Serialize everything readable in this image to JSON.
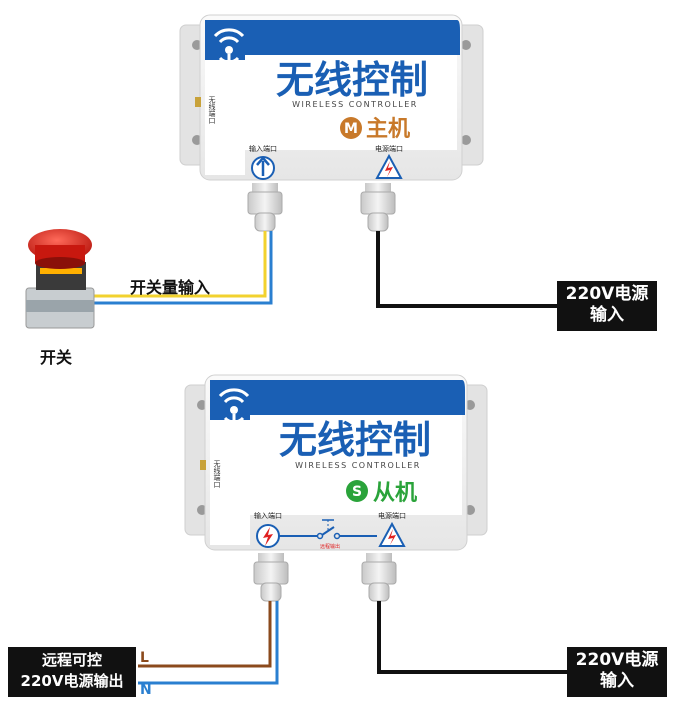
{
  "master": {
    "title": "无线控制",
    "subtitle": "WIRELESS CONTROLLER",
    "badge_letter": "M",
    "role": "主机",
    "side_label": "无线端口",
    "input_port": "输入端口",
    "power_port": "电源端口"
  },
  "slave": {
    "title": "无线控制",
    "subtitle": "WIRELESS CONTROLLER",
    "badge_letter": "S",
    "role": "从机",
    "side_label": "无线端口",
    "input_port": "输入端口",
    "power_port": "电源端口",
    "relay_note": "远程输出"
  },
  "labels": {
    "switch_input": "开关量输入",
    "switch": "开关",
    "power_in_top_line1": "220V电源",
    "power_in_top_line2": "输入",
    "power_in_bottom_line1": "220V电源",
    "power_in_bottom_line2": "输入",
    "remote_out_line1": "远程可控",
    "remote_out_line2": "220V电源输出",
    "wire_L": "L",
    "wire_N": "N"
  },
  "colors": {
    "blue": "#1a5fb4",
    "brown": "#8b4a1c",
    "cable_blue": "#2a7fd0",
    "yellow": "#f2d22e",
    "master_orange": "#c8792a",
    "slave_green": "#2aa33a"
  }
}
